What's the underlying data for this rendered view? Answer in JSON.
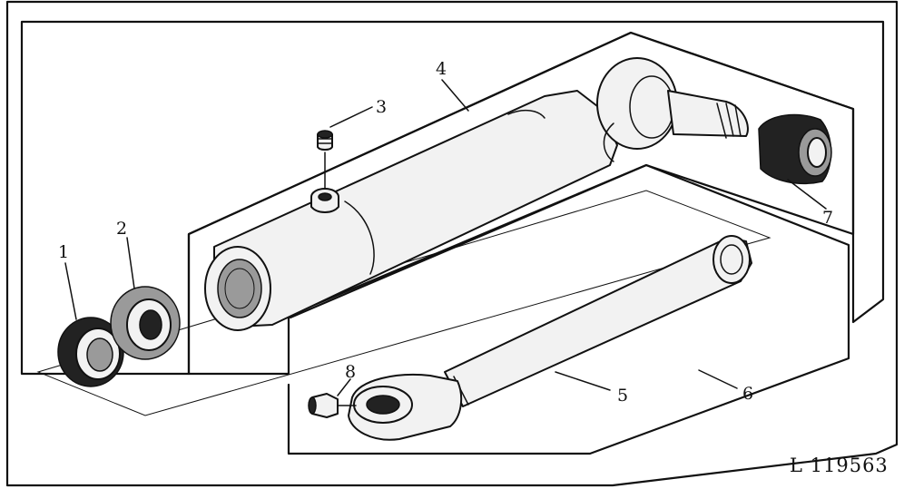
{
  "figure": {
    "reference": "L 119563",
    "callouts": [
      {
        "id": "callout-1",
        "text": "1"
      },
      {
        "id": "callout-2",
        "text": "2"
      },
      {
        "id": "callout-3",
        "text": "3"
      },
      {
        "id": "callout-4",
        "text": "4"
      },
      {
        "id": "callout-5",
        "text": "5"
      },
      {
        "id": "callout-6",
        "text": "6"
      },
      {
        "id": "callout-7",
        "text": "7"
      },
      {
        "id": "callout-8",
        "text": "8"
      }
    ]
  }
}
